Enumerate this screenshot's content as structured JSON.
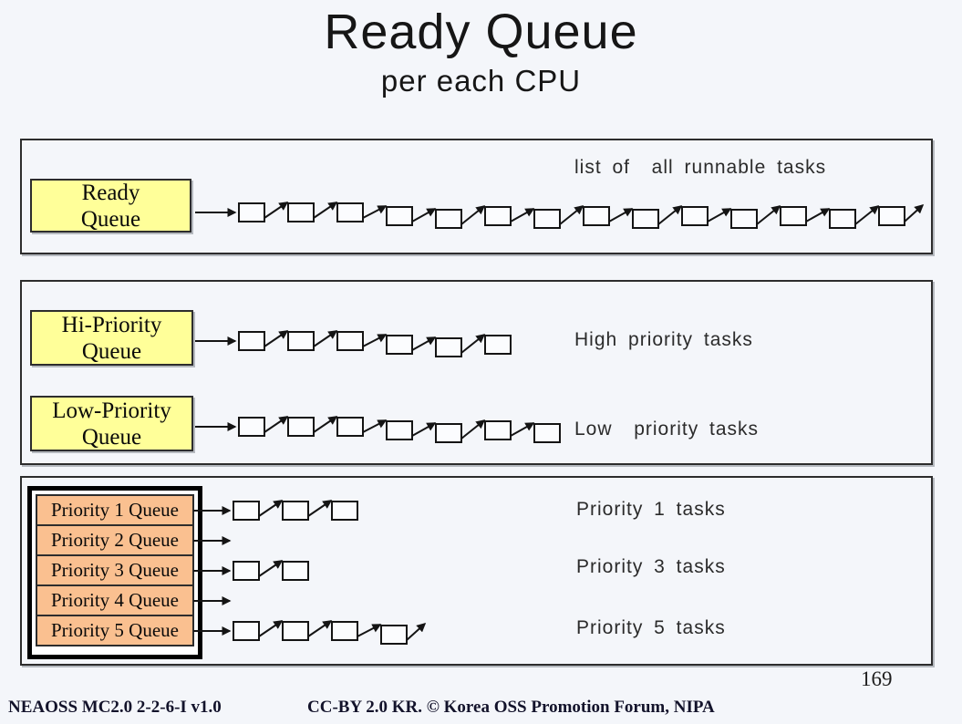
{
  "slide": {
    "title": "Ready Queue",
    "subtitle": "per each CPU",
    "page_number": "169"
  },
  "panels": {
    "ready": {
      "queue_box": {
        "line1": "Ready",
        "line2": "Queue"
      },
      "side_label": "list of  all runnable tasks",
      "chain": {
        "boxes": 14,
        "trailing_arrow": true
      }
    },
    "priority2": {
      "hi": {
        "queue_box": {
          "line1": "Hi-Priority",
          "line2": "Queue"
        },
        "side_label": "High priority tasks",
        "chain": {
          "boxes": 6,
          "trailing_arrow": false
        }
      },
      "low": {
        "queue_box": {
          "line1": "Low-Priority",
          "line2": "Queue"
        },
        "side_label": "Low  priority tasks",
        "chain": {
          "boxes": 7,
          "trailing_arrow": false
        }
      }
    },
    "multi": {
      "queues": [
        {
          "label": "Priority 1 Queue",
          "chain": {
            "boxes": 3,
            "trailing_arrow": false
          }
        },
        {
          "label": "Priority 2 Queue",
          "chain": {
            "boxes": 0,
            "trailing_arrow": false
          }
        },
        {
          "label": "Priority 3 Queue",
          "chain": {
            "boxes": 2,
            "trailing_arrow": false
          }
        },
        {
          "label": "Priority 4 Queue",
          "chain": {
            "boxes": 0,
            "trailing_arrow": false
          }
        },
        {
          "label": "Priority 5 Queue",
          "chain": {
            "boxes": 4,
            "trailing_arrow": true
          }
        }
      ],
      "side_labels": [
        "Priority 1 tasks",
        "Priority 3 tasks",
        "Priority 5 tasks"
      ]
    }
  },
  "footer": {
    "left": "NEAOSS MC2.0 2-2-6-I v1.0",
    "right": "CC-BY 2.0 KR. © Korea OSS Promotion Forum, NIPA"
  },
  "colors": {
    "background": "#F4F6FA",
    "queue_box_fill": "#FFFF99",
    "priority_box_fill": "#FAC090",
    "node_fill": "#FBFCFE",
    "line": "#141414"
  }
}
